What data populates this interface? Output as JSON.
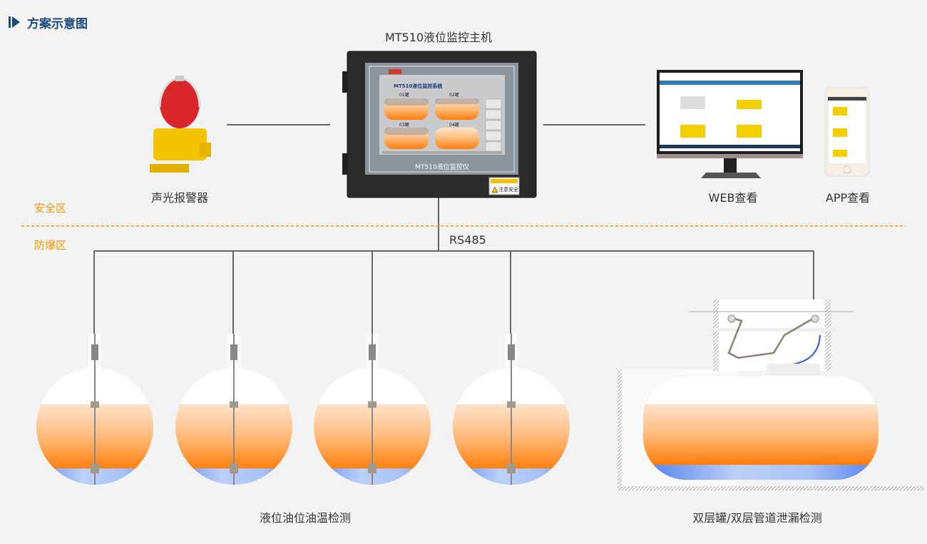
{
  "header": {
    "title": "方案示意图",
    "icon": "play-triangle-icon",
    "accent": "#1b4a7c"
  },
  "controller": {
    "title": "MT510液位监控主机",
    "screen_title": "MT510液位监控系统",
    "tanks": [
      "01罐",
      "02罐",
      "03罐",
      "04罐"
    ],
    "bezel_label": "MT510液位监控仪",
    "warning_label": "注意安全"
  },
  "devices": {
    "alarm": "声光报警器",
    "web": "WEB查看",
    "app": "APP查看"
  },
  "zones": {
    "safe": "安全区",
    "explosion_proof": "防爆区",
    "color": "#f39800"
  },
  "bus": {
    "label": "RS485"
  },
  "bottom": {
    "tank_detection": "液位油位油温检测",
    "leak_detection": "双层罐/双层管道泄漏检测"
  },
  "colors": {
    "oil": "#ff8a1a",
    "water": "#5b8cf0",
    "line": "#666666"
  }
}
